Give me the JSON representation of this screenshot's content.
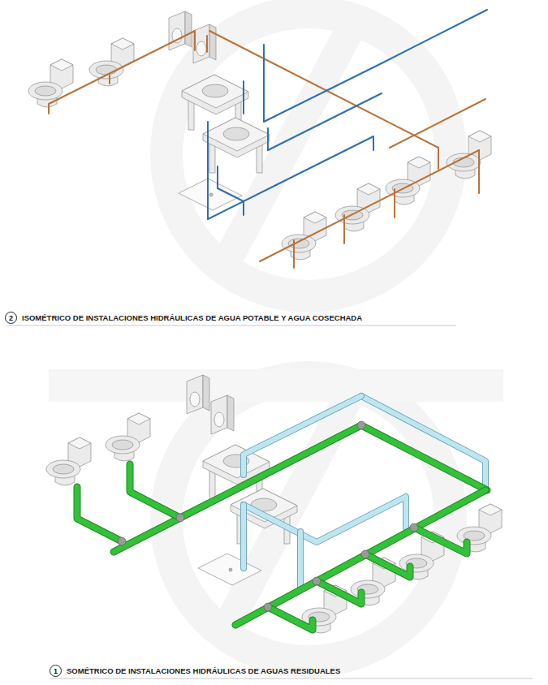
{
  "diagram": {
    "nodes": [
      {
        "text": [
          "2",
          "ISOMÉTRICO DE INSTALACIONES HIDRÁULICAS DE AGUA POTABLE Y AGUA COSECHADA"
        ]
      },
      {
        "text": [
          "1",
          "SOMÉTRICO DE INSTALACIONES HIDRÁULICAS DE AGUAS RESIDUALES"
        ]
      }
    ]
  }
}
